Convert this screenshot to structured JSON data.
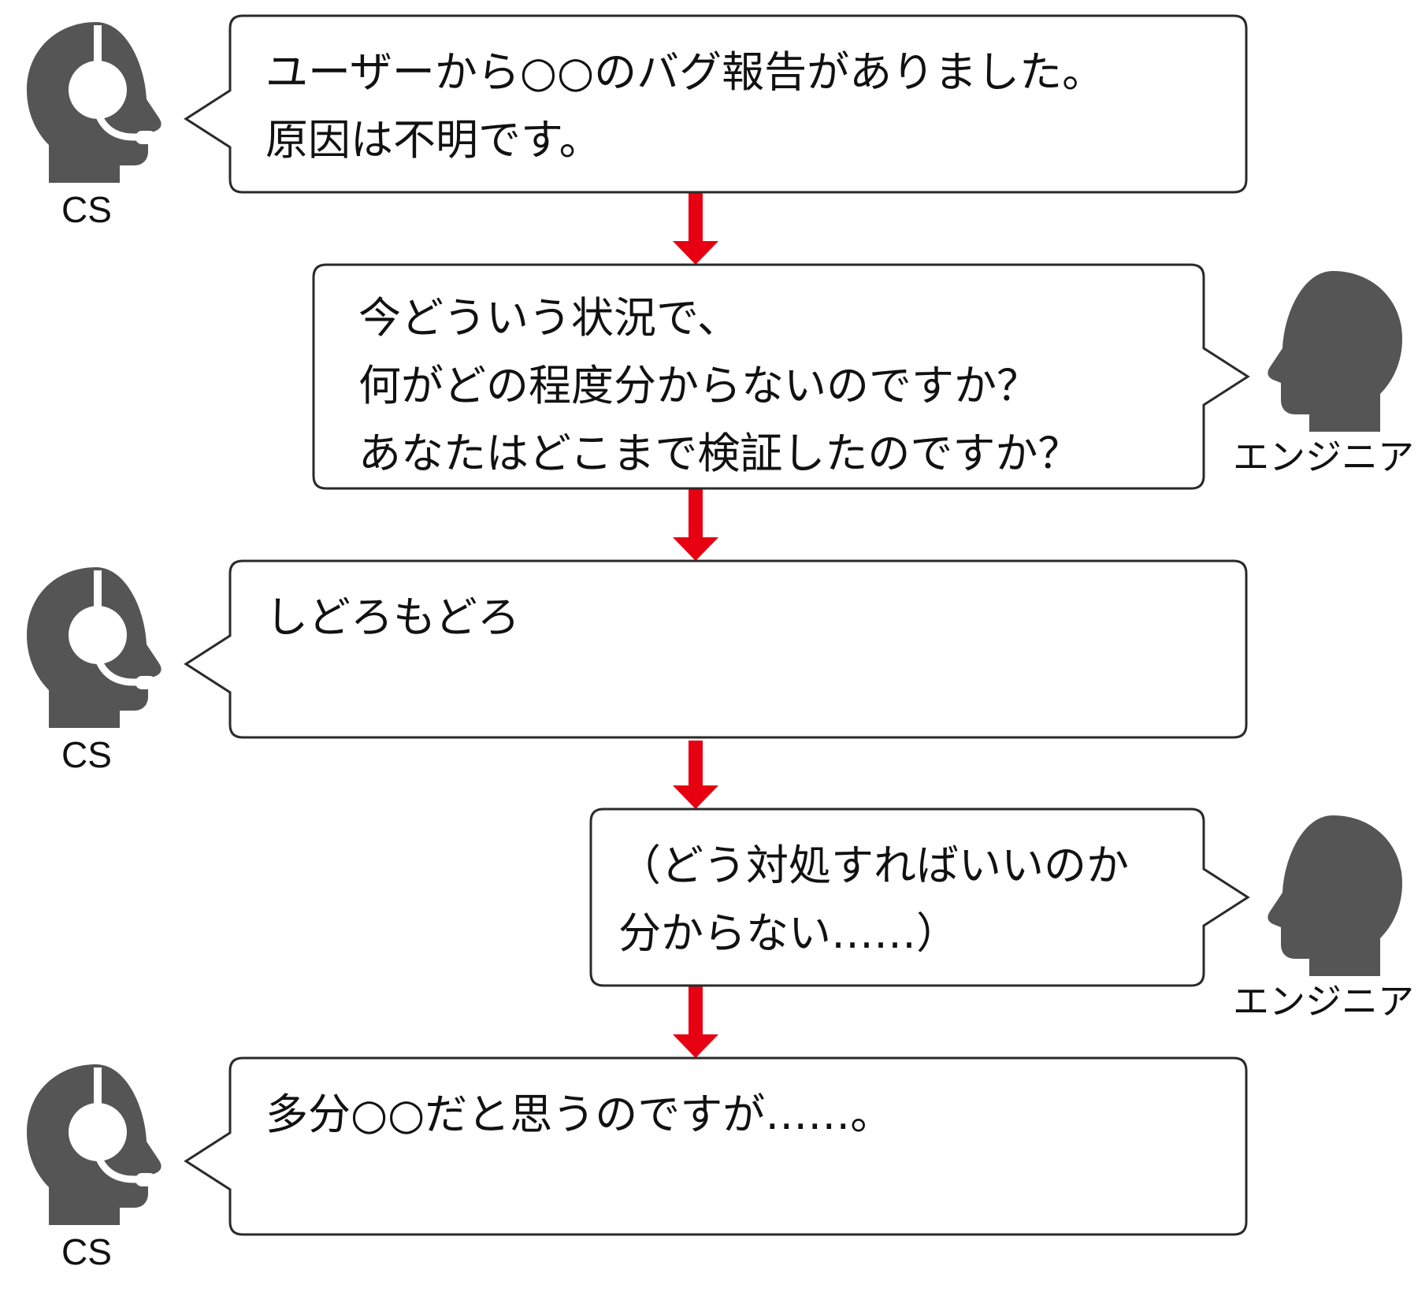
{
  "colors": {
    "arrow": "#e60012",
    "icon": "#555555",
    "bubble_border": "#2a2a2a",
    "text": "#111111"
  },
  "speakers": {
    "cs": {
      "label": "CS",
      "icon": "headset-person-icon"
    },
    "engineer": {
      "label": "エンジニア",
      "icon": "person-head-icon"
    }
  },
  "messages": [
    {
      "speaker": "cs",
      "lines": [
        "ユーザーから○○のバグ報告がありました。",
        "原因は不明です。"
      ]
    },
    {
      "speaker": "engineer",
      "lines": [
        "今どういう状況で、",
        "何がどの程度分からないのですか？",
        "あなたはどこまで検証したのですか？"
      ]
    },
    {
      "speaker": "cs",
      "lines": [
        "しどろもどろ"
      ]
    },
    {
      "speaker": "engineer",
      "lines": [
        "（どう対処すればいいのか",
        "分からない……）"
      ]
    },
    {
      "speaker": "cs",
      "lines": [
        "多分○○だと思うのですが……。"
      ]
    }
  ]
}
